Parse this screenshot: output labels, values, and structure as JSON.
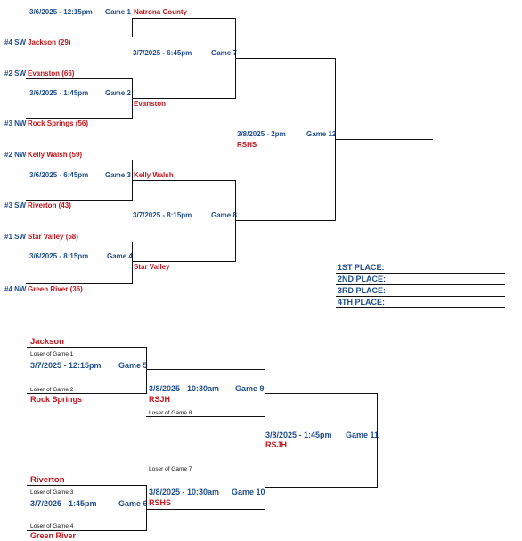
{
  "bracket1": {
    "g1": {
      "datetime": "3/6/2025 - 12:15pm",
      "game": "Game 1",
      "top_team": "Natrona County",
      "bottom_seed": "#4 SW",
      "bottom_team": "Jackson (29)"
    },
    "g2": {
      "datetime": "3/6/2025 - 1:45pm",
      "game": "Game 2",
      "top_seed": "#2 SW",
      "top_team": "Evanston (66)",
      "bottom_seed": "#3 NW",
      "bottom_team": "Rock Springs (56)"
    },
    "g3": {
      "datetime": "3/6/2025 - 6:45pm",
      "game": "Game 3",
      "top_seed": "#2 NW",
      "top_team": "Kelly Walsh (59)",
      "bottom_seed": "#3 SW",
      "bottom_team": "Riverton (43)"
    },
    "g4": {
      "datetime": "3/6/2025 - 8:15pm",
      "game": "Game 4",
      "top_seed": "#1 SW",
      "top_team": "Star Valley (58)",
      "bottom_seed": "#4 NW",
      "bottom_team": "Green River (36)"
    },
    "g7": {
      "datetime": "3/7/2025 - 6:45pm",
      "game": "Game 7",
      "winner": "Evanston"
    },
    "g8": {
      "datetime": "3/7/2025 - 8:15pm",
      "game": "Game 8",
      "top_winner": "Kelly Walsh",
      "bottom_winner": "Star Valley"
    },
    "g12": {
      "datetime": "3/8/2025 - 2pm",
      "game": "Game 12",
      "location": "RSHS"
    }
  },
  "places": [
    "1ST PLACE:",
    "2ND PLACE:",
    "3RD PLACE:",
    "4TH PLACE:"
  ],
  "bracket2": {
    "g5": {
      "top_team": "Jackson",
      "top_note": "Loser of Game 1",
      "datetime": "3/7/2025 - 12:15pm",
      "game": "Game 5",
      "bottom_note": "Loser of Game 2",
      "bottom_team": "Rock Springs"
    },
    "g6": {
      "top_team": "Riverton",
      "top_note": "Loser of Game 3",
      "datetime": "3/7/2025 - 1:45pm",
      "game": "Game 6",
      "bottom_note": "Loser of Game 4",
      "bottom_team": "Green River"
    },
    "g9": {
      "datetime": "3/8/2025 - 10:30am",
      "game": "Game 9",
      "location": "RSJH",
      "note": "Loser of Game 8"
    },
    "g10": {
      "note": "Loser of Game 7",
      "datetime": "3/8/2025 - 10:30am",
      "game": "Game 10",
      "location": "RSHS"
    },
    "g11": {
      "datetime": "3/8/2025 - 1:45pm",
      "game": "Game 11",
      "location": "RSJH"
    }
  }
}
